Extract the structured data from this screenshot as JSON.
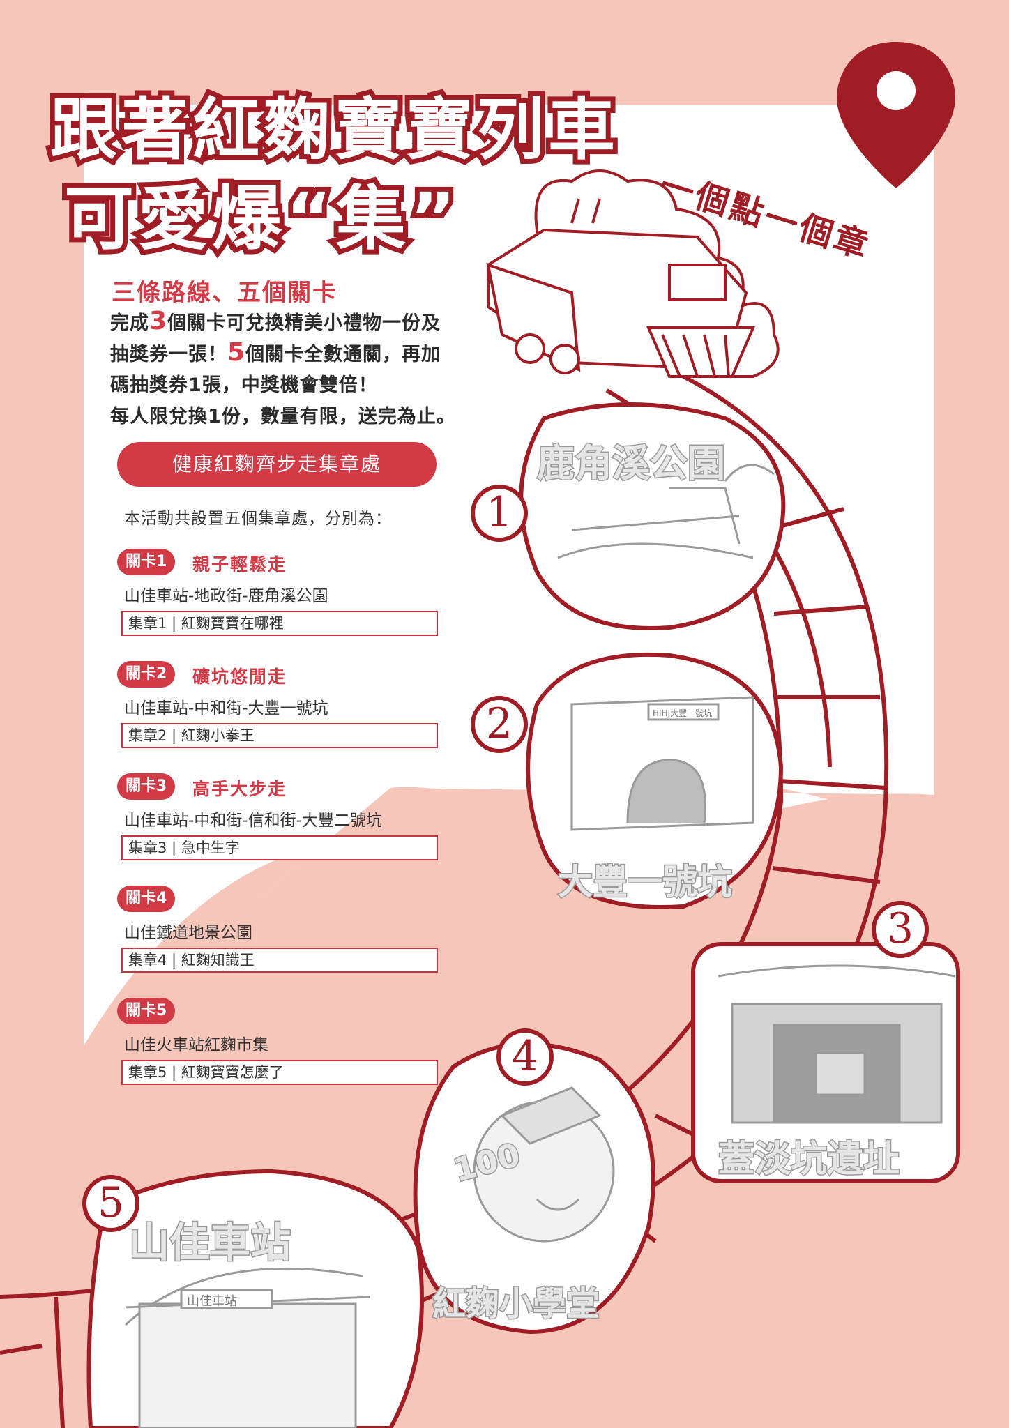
{
  "poster": {
    "title_line1": "跟著紅麴寶寶列車",
    "title_line2": "可愛爆“集”",
    "slogan": "一個點一個章",
    "subtitle": "三條路線、五個關卡",
    "desc_line1_a": "完成",
    "desc_line1_num": "3",
    "desc_line1_b": "個關卡可兌換精美小禮物一份及",
    "desc_line2_a": "抽獎券一張！",
    "desc_line2_num": "5",
    "desc_line2_b": "個關卡全數通關，再加",
    "desc_line3": "碼抽獎券1張，中獎機會雙倍！",
    "desc_line4": "每人限兌換1份，數量有限，送完為止。",
    "pill_label": "健康紅麴齊步走集章處",
    "intro": "本活動共設置五個集章處，分別為："
  },
  "stages": [
    {
      "badge": "關卡1",
      "name": "親子輕鬆走",
      "route": "山佳車站-地政街-鹿角溪公園",
      "stamp": "集章1 | 紅麴寶寶在哪裡"
    },
    {
      "badge": "關卡2",
      "name": "礦坑悠閒走",
      "route": "山佳車站-中和街-大豐一號坑",
      "stamp": "集章2 | 紅麴小拳王"
    },
    {
      "badge": "關卡3",
      "name": "高手大步走",
      "route": "山佳車站-中和街-信和街-大豐二號坑",
      "stamp": "集章3 | 急中生字"
    },
    {
      "badge": "關卡4",
      "name": "",
      "route": "山佳鐵道地景公園",
      "stamp": "集章4 | 紅麴知識王"
    },
    {
      "badge": "關卡5",
      "name": "",
      "route": "山佳火車站紅麴市集",
      "stamp": "集章5 | 紅麴寶寶怎麼了"
    }
  ],
  "stamp_markers": [
    {
      "number": "1",
      "label": "鹿角溪公園"
    },
    {
      "number": "2",
      "label": "大豐一號坑"
    },
    {
      "number": "3",
      "label": "蓋淡坑遺址"
    },
    {
      "number": "4",
      "label": "紅麴小學堂"
    },
    {
      "number": "5",
      "label": "山佳車站"
    }
  ],
  "stamp_text": {
    "stamp2_sign": "HIHJ大豐一號坑",
    "stamp4_score": "100",
    "stamp5_sign": "山佳車站"
  },
  "colors": {
    "background_pink": "#f6c6bb",
    "panel_white": "#ffffff",
    "brand_red": "#a11d26",
    "accent_red": "#d23a46",
    "stamp_gray": "#9a9a9a"
  },
  "icons": {
    "location_pin": "map-pin-icon",
    "train": "train-illustration"
  }
}
